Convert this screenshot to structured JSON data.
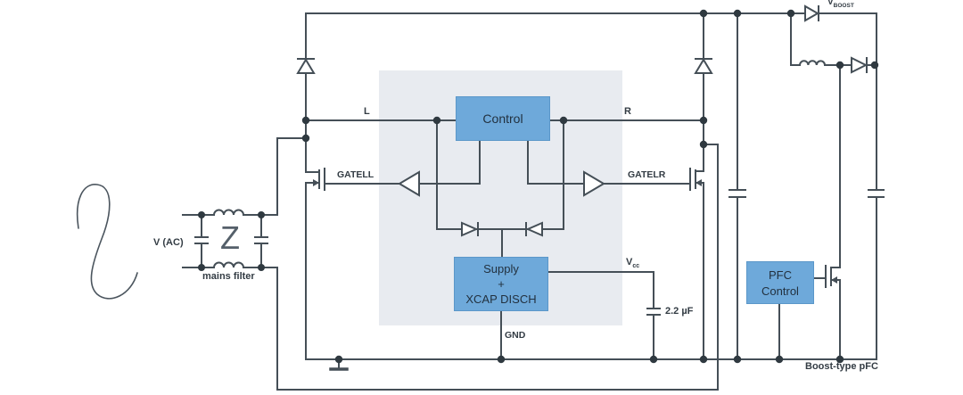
{
  "labels": {
    "l": "L",
    "r": "R",
    "gatell": "GATELL",
    "gatelr": "GATELR",
    "vcc_base": "V",
    "vcc_sub": "cc",
    "vboost_base": "V",
    "vboost_sub": "BOOST",
    "gnd": "GND",
    "xcap_value": "2.2 µF",
    "v_ac": "V (AC)",
    "mains_filter": "mains filter",
    "impedance": "Z",
    "boost_type": "Boost-type pFC"
  },
  "blocks": {
    "control": {
      "label": "Control"
    },
    "supply": {
      "line1": "Supply",
      "line2": "+",
      "line3": "XCAP DISCH"
    },
    "pfc_control": {
      "line1": "PFC",
      "line2": "Control"
    }
  },
  "colors": {
    "block_fill": "#6ea9da",
    "block_border": "#5b97c9",
    "wire": "#454f57",
    "junction_dot": "#2f3940",
    "ic_region_fill": "#e8ebf0",
    "label_text": "#333c44"
  }
}
